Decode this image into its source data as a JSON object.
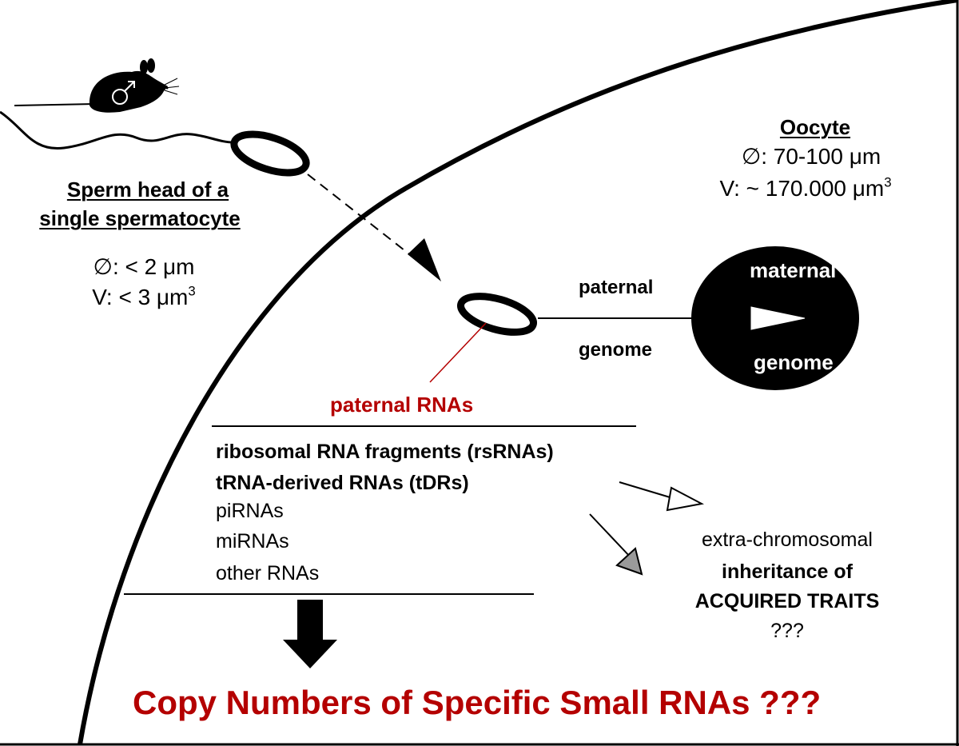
{
  "sperm": {
    "title_line1": "Sperm head of a",
    "title_line2": "single spermatocyte",
    "diameter_symbol": "∅",
    "diameter_value": ": < 2 μm",
    "volume_value": "V: < 3 μm",
    "volume_exp": "3",
    "male_symbol": "♂"
  },
  "oocyte": {
    "title": "Oocyte",
    "diameter_symbol": "∅",
    "diameter_value": ": 70-100 μm",
    "volume_value": "V: ~ 170.000 μm",
    "volume_exp": "3"
  },
  "genome": {
    "paternal_top": "paternal",
    "paternal_bottom": "genome",
    "maternal_top": "maternal",
    "maternal_bottom": "genome"
  },
  "rna_list": {
    "heading": "paternal RNAs",
    "items": [
      "ribosomal RNA fragments (rsRNAs)",
      "tRNA-derived RNAs (tDRs)",
      "piRNAs",
      "miRNAs",
      "other RNAs"
    ]
  },
  "inheritance": {
    "line1": "extra-chromosomal",
    "line2": "inheritance of",
    "line3": "ACQUIRED TRAITS",
    "line4": "???"
  },
  "conclusion": "Copy Numbers of Specific Small RNAs ???",
  "colors": {
    "accent_red": "#b40000",
    "black": "#000000",
    "grey_arrow": "#9a9a9a"
  }
}
